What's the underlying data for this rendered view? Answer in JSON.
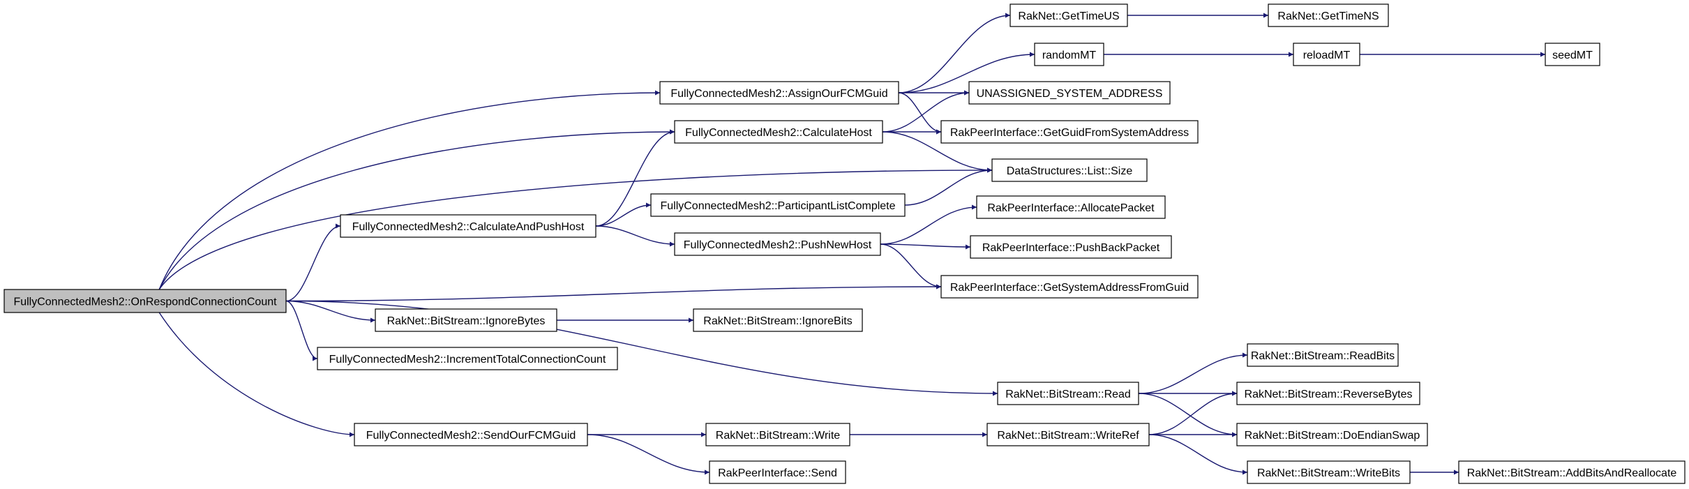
{
  "graph": {
    "title": "",
    "colors": {
      "edge": "#191970",
      "node_border": "#000000",
      "node_fill": "#ffffff",
      "root_fill": "#bfbfbf"
    },
    "nodes": [
      {
        "id": "root",
        "label": "FullyConnectedMesh2::OnRespondConnectionCount",
        "root": true
      },
      {
        "id": "assign",
        "label": "FullyConnectedMesh2::AssignOurFCMGuid"
      },
      {
        "id": "calcHost",
        "label": "FullyConnectedMesh2::CalculateHost"
      },
      {
        "id": "calcPush",
        "label": "FullyConnectedMesh2::CalculateAndPushHost"
      },
      {
        "id": "partComplete",
        "label": "FullyConnectedMesh2::ParticipantListComplete"
      },
      {
        "id": "pushNew",
        "label": "FullyConnectedMesh2::PushNewHost"
      },
      {
        "id": "ignoreBytes",
        "label": "RakNet::BitStream::IgnoreBytes"
      },
      {
        "id": "ignoreBits",
        "label": "RakNet::BitStream::IgnoreBits"
      },
      {
        "id": "incTotal",
        "label": "FullyConnectedMesh2::IncrementTotalConnectionCount"
      },
      {
        "id": "read",
        "label": "RakNet::BitStream::Read"
      },
      {
        "id": "sendGuid",
        "label": "FullyConnectedMesh2::SendOurFCMGuid"
      },
      {
        "id": "write",
        "label": "RakNet::BitStream::Write"
      },
      {
        "id": "send",
        "label": "RakPeerInterface::Send"
      },
      {
        "id": "writeRef",
        "label": "RakNet::BitStream::WriteRef"
      },
      {
        "id": "timeUS",
        "label": "RakNet::GetTimeUS"
      },
      {
        "id": "timeNS",
        "label": "RakNet::GetTimeNS"
      },
      {
        "id": "randomMT",
        "label": "randomMT"
      },
      {
        "id": "reloadMT",
        "label": "reloadMT"
      },
      {
        "id": "seedMT",
        "label": "seedMT"
      },
      {
        "id": "unassigned",
        "label": "UNASSIGNED_SYSTEM_ADDRESS"
      },
      {
        "id": "getGuid",
        "label": "RakPeerInterface::GetGuidFromSystemAddress"
      },
      {
        "id": "listSize",
        "label": "DataStructures::List::Size"
      },
      {
        "id": "allocPacket",
        "label": "RakPeerInterface::AllocatePacket"
      },
      {
        "id": "pushBack",
        "label": "RakPeerInterface::PushBackPacket"
      },
      {
        "id": "getSysAddr",
        "label": "RakPeerInterface::GetSystemAddressFromGuid"
      },
      {
        "id": "readBits",
        "label": "RakNet::BitStream::ReadBits"
      },
      {
        "id": "reverseBytes",
        "label": "RakNet::BitStream::ReverseBytes"
      },
      {
        "id": "doEndian",
        "label": "RakNet::BitStream::DoEndianSwap"
      },
      {
        "id": "writeBits",
        "label": "RakNet::BitStream::WriteBits"
      },
      {
        "id": "addBits",
        "label": "RakNet::BitStream::AddBitsAndReallocate"
      }
    ],
    "edges": [
      [
        "root",
        "assign"
      ],
      [
        "root",
        "calcHost"
      ],
      [
        "root",
        "calcPush"
      ],
      [
        "root",
        "listSize"
      ],
      [
        "root",
        "getSysAddr"
      ],
      [
        "root",
        "ignoreBytes"
      ],
      [
        "root",
        "incTotal"
      ],
      [
        "root",
        "read"
      ],
      [
        "root",
        "sendGuid"
      ],
      [
        "assign",
        "timeUS"
      ],
      [
        "assign",
        "randomMT"
      ],
      [
        "assign",
        "unassigned"
      ],
      [
        "assign",
        "getGuid"
      ],
      [
        "timeUS",
        "timeNS"
      ],
      [
        "randomMT",
        "reloadMT"
      ],
      [
        "reloadMT",
        "seedMT"
      ],
      [
        "calcHost",
        "unassigned"
      ],
      [
        "calcHost",
        "getGuid"
      ],
      [
        "calcHost",
        "listSize"
      ],
      [
        "calcPush",
        "calcHost"
      ],
      [
        "calcPush",
        "partComplete"
      ],
      [
        "calcPush",
        "pushNew"
      ],
      [
        "partComplete",
        "listSize"
      ],
      [
        "pushNew",
        "allocPacket"
      ],
      [
        "pushNew",
        "pushBack"
      ],
      [
        "pushNew",
        "getSysAddr"
      ],
      [
        "ignoreBytes",
        "ignoreBits"
      ],
      [
        "read",
        "readBits"
      ],
      [
        "read",
        "reverseBytes"
      ],
      [
        "read",
        "doEndian"
      ],
      [
        "sendGuid",
        "write"
      ],
      [
        "sendGuid",
        "send"
      ],
      [
        "write",
        "writeRef"
      ],
      [
        "writeRef",
        "reverseBytes"
      ],
      [
        "writeRef",
        "doEndian"
      ],
      [
        "writeRef",
        "writeBits"
      ],
      [
        "writeBits",
        "addBits"
      ]
    ]
  }
}
